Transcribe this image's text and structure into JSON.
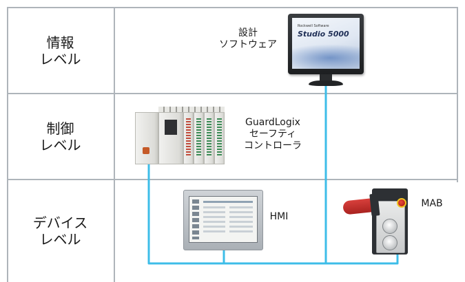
{
  "levels": {
    "information": {
      "line1": "情報",
      "line2": "レベル"
    },
    "control": {
      "line1": "制御",
      "line2": "レベル"
    },
    "device": {
      "line1": "デバイス",
      "line2": "レベル"
    }
  },
  "devices": {
    "design_software": {
      "label_line1": "設計",
      "label_line2": "ソフトウェア",
      "screen_caption": "Rockwell Software",
      "screen_product": "Studio 5000"
    },
    "controller": {
      "label_line1": "GuardLogix",
      "label_line2": "セーフティ",
      "label_line3": "コントローラ"
    },
    "hmi": {
      "label": "HMI"
    },
    "mab": {
      "label": "MAB"
    }
  },
  "colors": {
    "grid": "#aeb4ba",
    "network_line": "#3dbde8",
    "network_dot": "#3dbde8"
  }
}
